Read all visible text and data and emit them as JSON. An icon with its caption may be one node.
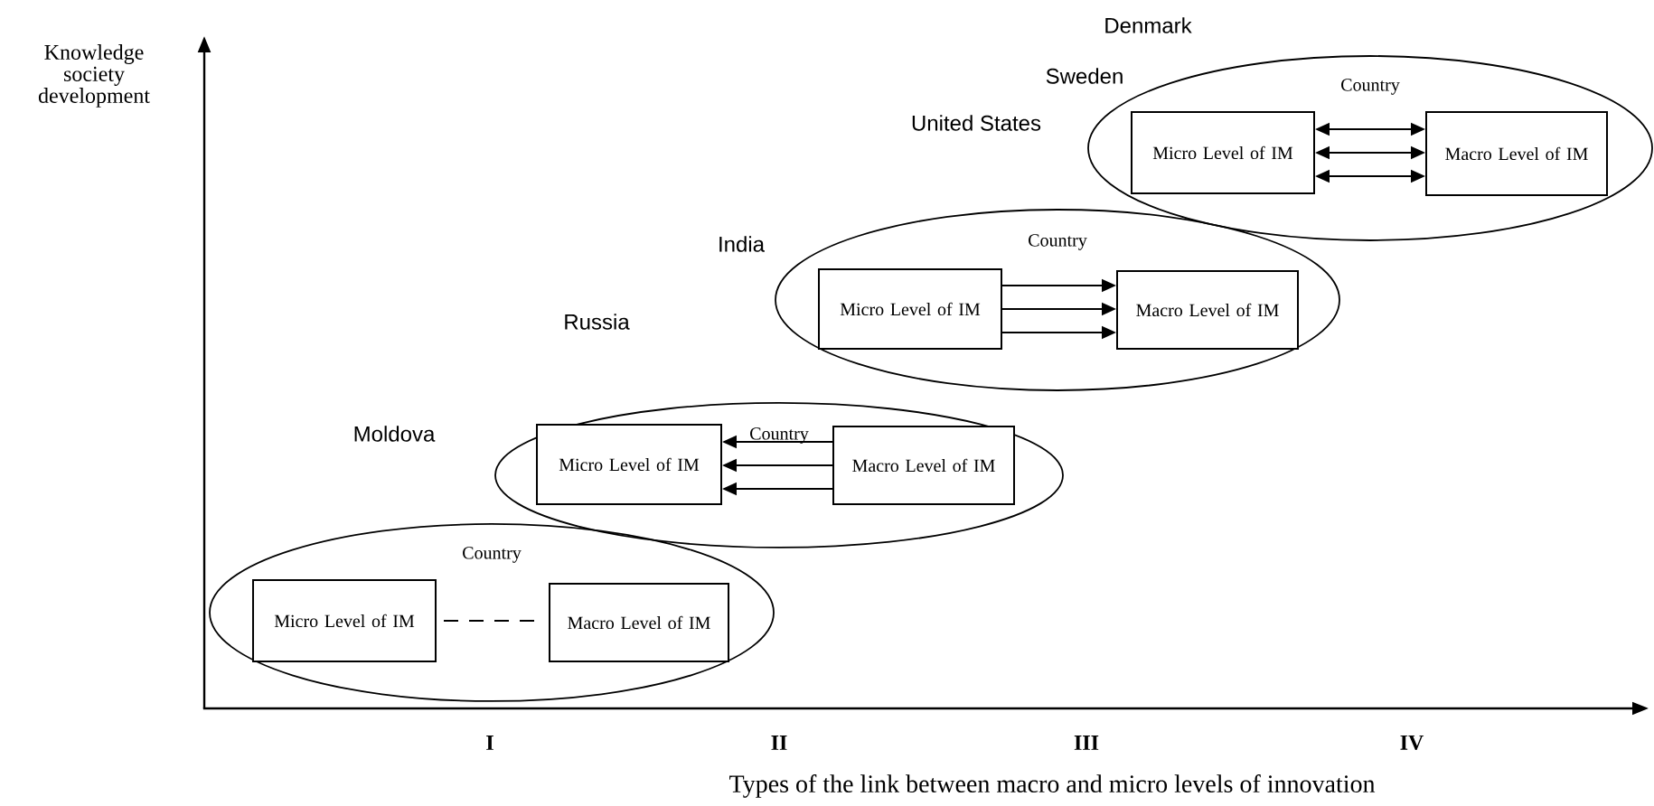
{
  "diagram": {
    "nodes": [
      {
        "text": [
          "Country"
        ]
      },
      {
        "text": [
          "Micro Level of IM"
        ],
        "in": 0
      },
      {
        "text": [
          "Macro Level of IM"
        ],
        "in": 0
      },
      {
        "text": [
          "Country"
        ]
      },
      {
        "text": [
          "Micro Level of IM"
        ],
        "in": 3
      },
      {
        "text": [
          "Macro Level of IM"
        ],
        "in": 3
      },
      {
        "text": [
          "Country"
        ]
      },
      {
        "text": [
          "Micro Level of IM"
        ],
        "in": 6
      },
      {
        "text": [
          "Macro Level of IM"
        ],
        "in": 6
      },
      {
        "text": [
          "Country"
        ]
      },
      {
        "text": [
          "Micro Level of IM"
        ],
        "in": 9
      },
      {
        "text": [
          "Macro Level of IM"
        ],
        "in": 9
      }
    ],
    "edges": [
      {
        "from": 1,
        "to": 2,
        "arrow": "none",
        "style": "dashed"
      },
      {
        "from": 5,
        "to": 4,
        "arrow": "to"
      },
      {
        "from": 5,
        "to": 4,
        "arrow": "to"
      },
      {
        "from": 5,
        "to": 4,
        "arrow": "to"
      },
      {
        "from": 7,
        "to": 8,
        "arrow": "to"
      },
      {
        "from": 7,
        "to": 8,
        "arrow": "to"
      },
      {
        "from": 7,
        "to": 8,
        "arrow": "to"
      },
      {
        "from": 10,
        "to": 11,
        "arrow": "both"
      },
      {
        "from": 10,
        "to": 11,
        "arrow": "both"
      },
      {
        "from": 10,
        "to": 11,
        "arrow": "both"
      }
    ],
    "labels": [
      "Denmark",
      "Sweden",
      "Knowledge society development",
      "United States",
      "India",
      "Russia",
      "Moldova",
      "I",
      "II",
      "III",
      "IV",
      "Types of the link between macro and micro levels of innovation"
    ]
  }
}
